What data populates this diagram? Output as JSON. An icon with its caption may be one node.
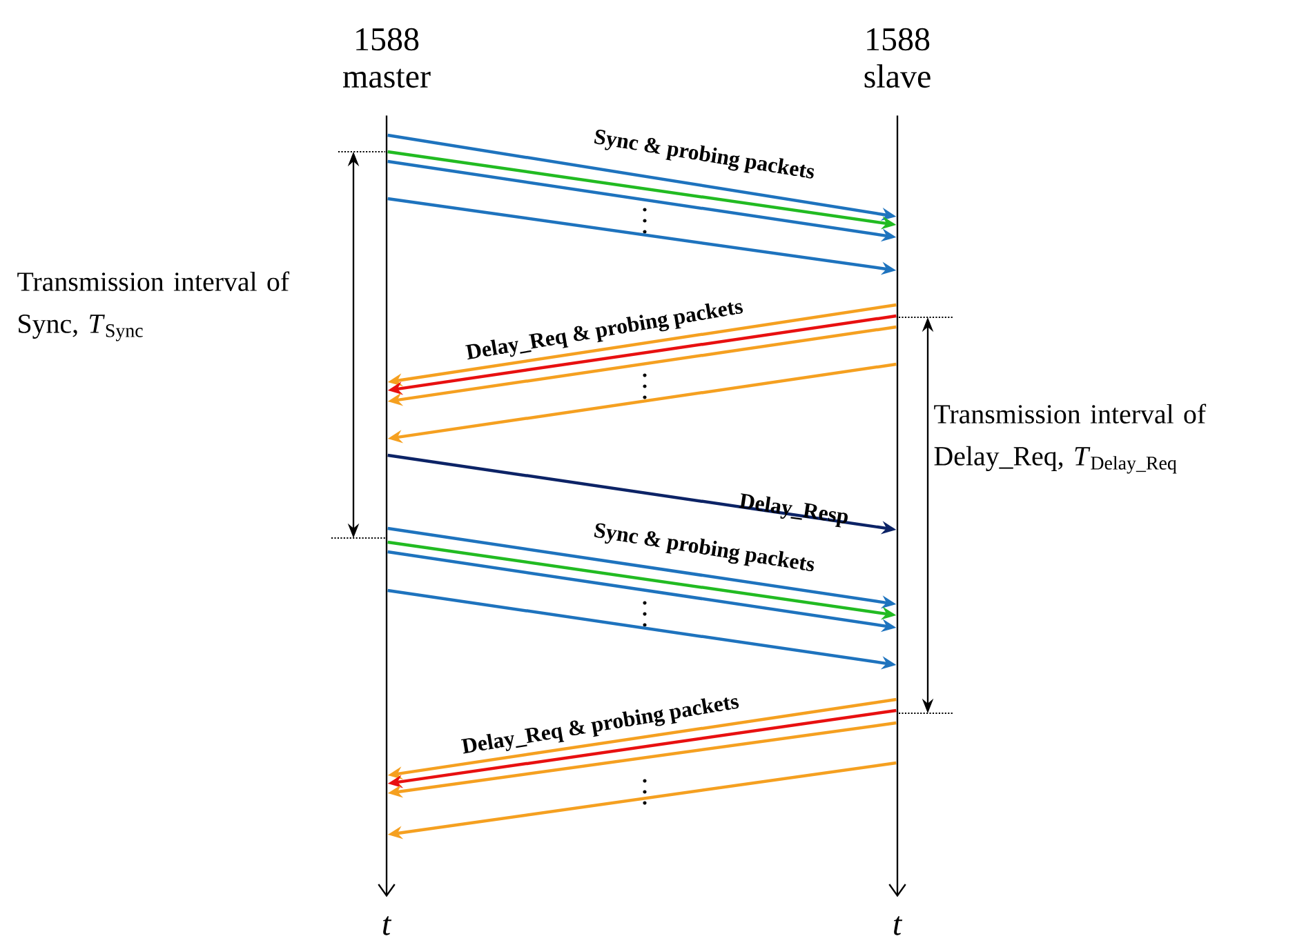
{
  "diagram": {
    "nodes": [
      {
        "text": [
          "1588 master"
        ]
      },
      {
        "text": [
          "1588 slave"
        ]
      },
      {
        "text": [],
        "shape": "bar",
        "beside": [
          "*t*"
        ]
      },
      {
        "text": [],
        "shape": "bar",
        "beside": [
          "*t*"
        ]
      }
    ],
    "edges": [
      {
        "from": 2,
        "to": 3,
        "arrow": "to",
        "color": "#1e73be",
        "label": "Sync & probing packets"
      },
      {
        "from": 2,
        "to": 3,
        "arrow": "to",
        "color": "#22bb22"
      },
      {
        "from": 2,
        "to": 3,
        "arrow": "to",
        "color": "#1e73be"
      },
      {
        "from": 2,
        "to": 3,
        "arrow": "to",
        "color": "#1e73be"
      },
      {
        "from": 3,
        "to": 2,
        "arrow": "to",
        "color": "#f5a020",
        "label": "Delay_Req & probing packets"
      },
      {
        "from": 3,
        "to": 2,
        "arrow": "to",
        "color": "#e81010"
      },
      {
        "from": 3,
        "to": 2,
        "arrow": "to",
        "color": "#f5a020"
      },
      {
        "from": 3,
        "to": 2,
        "arrow": "to",
        "color": "#f5a020"
      },
      {
        "from": 2,
        "to": 3,
        "arrow": "to",
        "color": "#0c2366",
        "label": "Delay_Resp"
      },
      {
        "from": 2,
        "to": 3,
        "arrow": "to",
        "color": "#1e73be",
        "label": "Sync & probing packets"
      },
      {
        "from": 2,
        "to": 3,
        "arrow": "to",
        "color": "#22bb22"
      },
      {
        "from": 2,
        "to": 3,
        "arrow": "to",
        "color": "#1e73be"
      },
      {
        "from": 2,
        "to": 3,
        "arrow": "to",
        "color": "#1e73be"
      },
      {
        "from": 3,
        "to": 2,
        "arrow": "to",
        "color": "#f5a020",
        "label": "Delay_Req & probing packets"
      },
      {
        "from": 3,
        "to": 2,
        "arrow": "to",
        "color": "#e81010"
      },
      {
        "from": 3,
        "to": 2,
        "arrow": "to",
        "color": "#f5a020"
      },
      {
        "from": 3,
        "to": 2,
        "arrow": "to",
        "color": "#f5a020"
      }
    ],
    "labels": [
      "Transmission interval of Sync, *T*$_{Sync}$",
      "Transmission interval of Delay_Req, *T*$_{Delay_Req}$"
    ]
  }
}
